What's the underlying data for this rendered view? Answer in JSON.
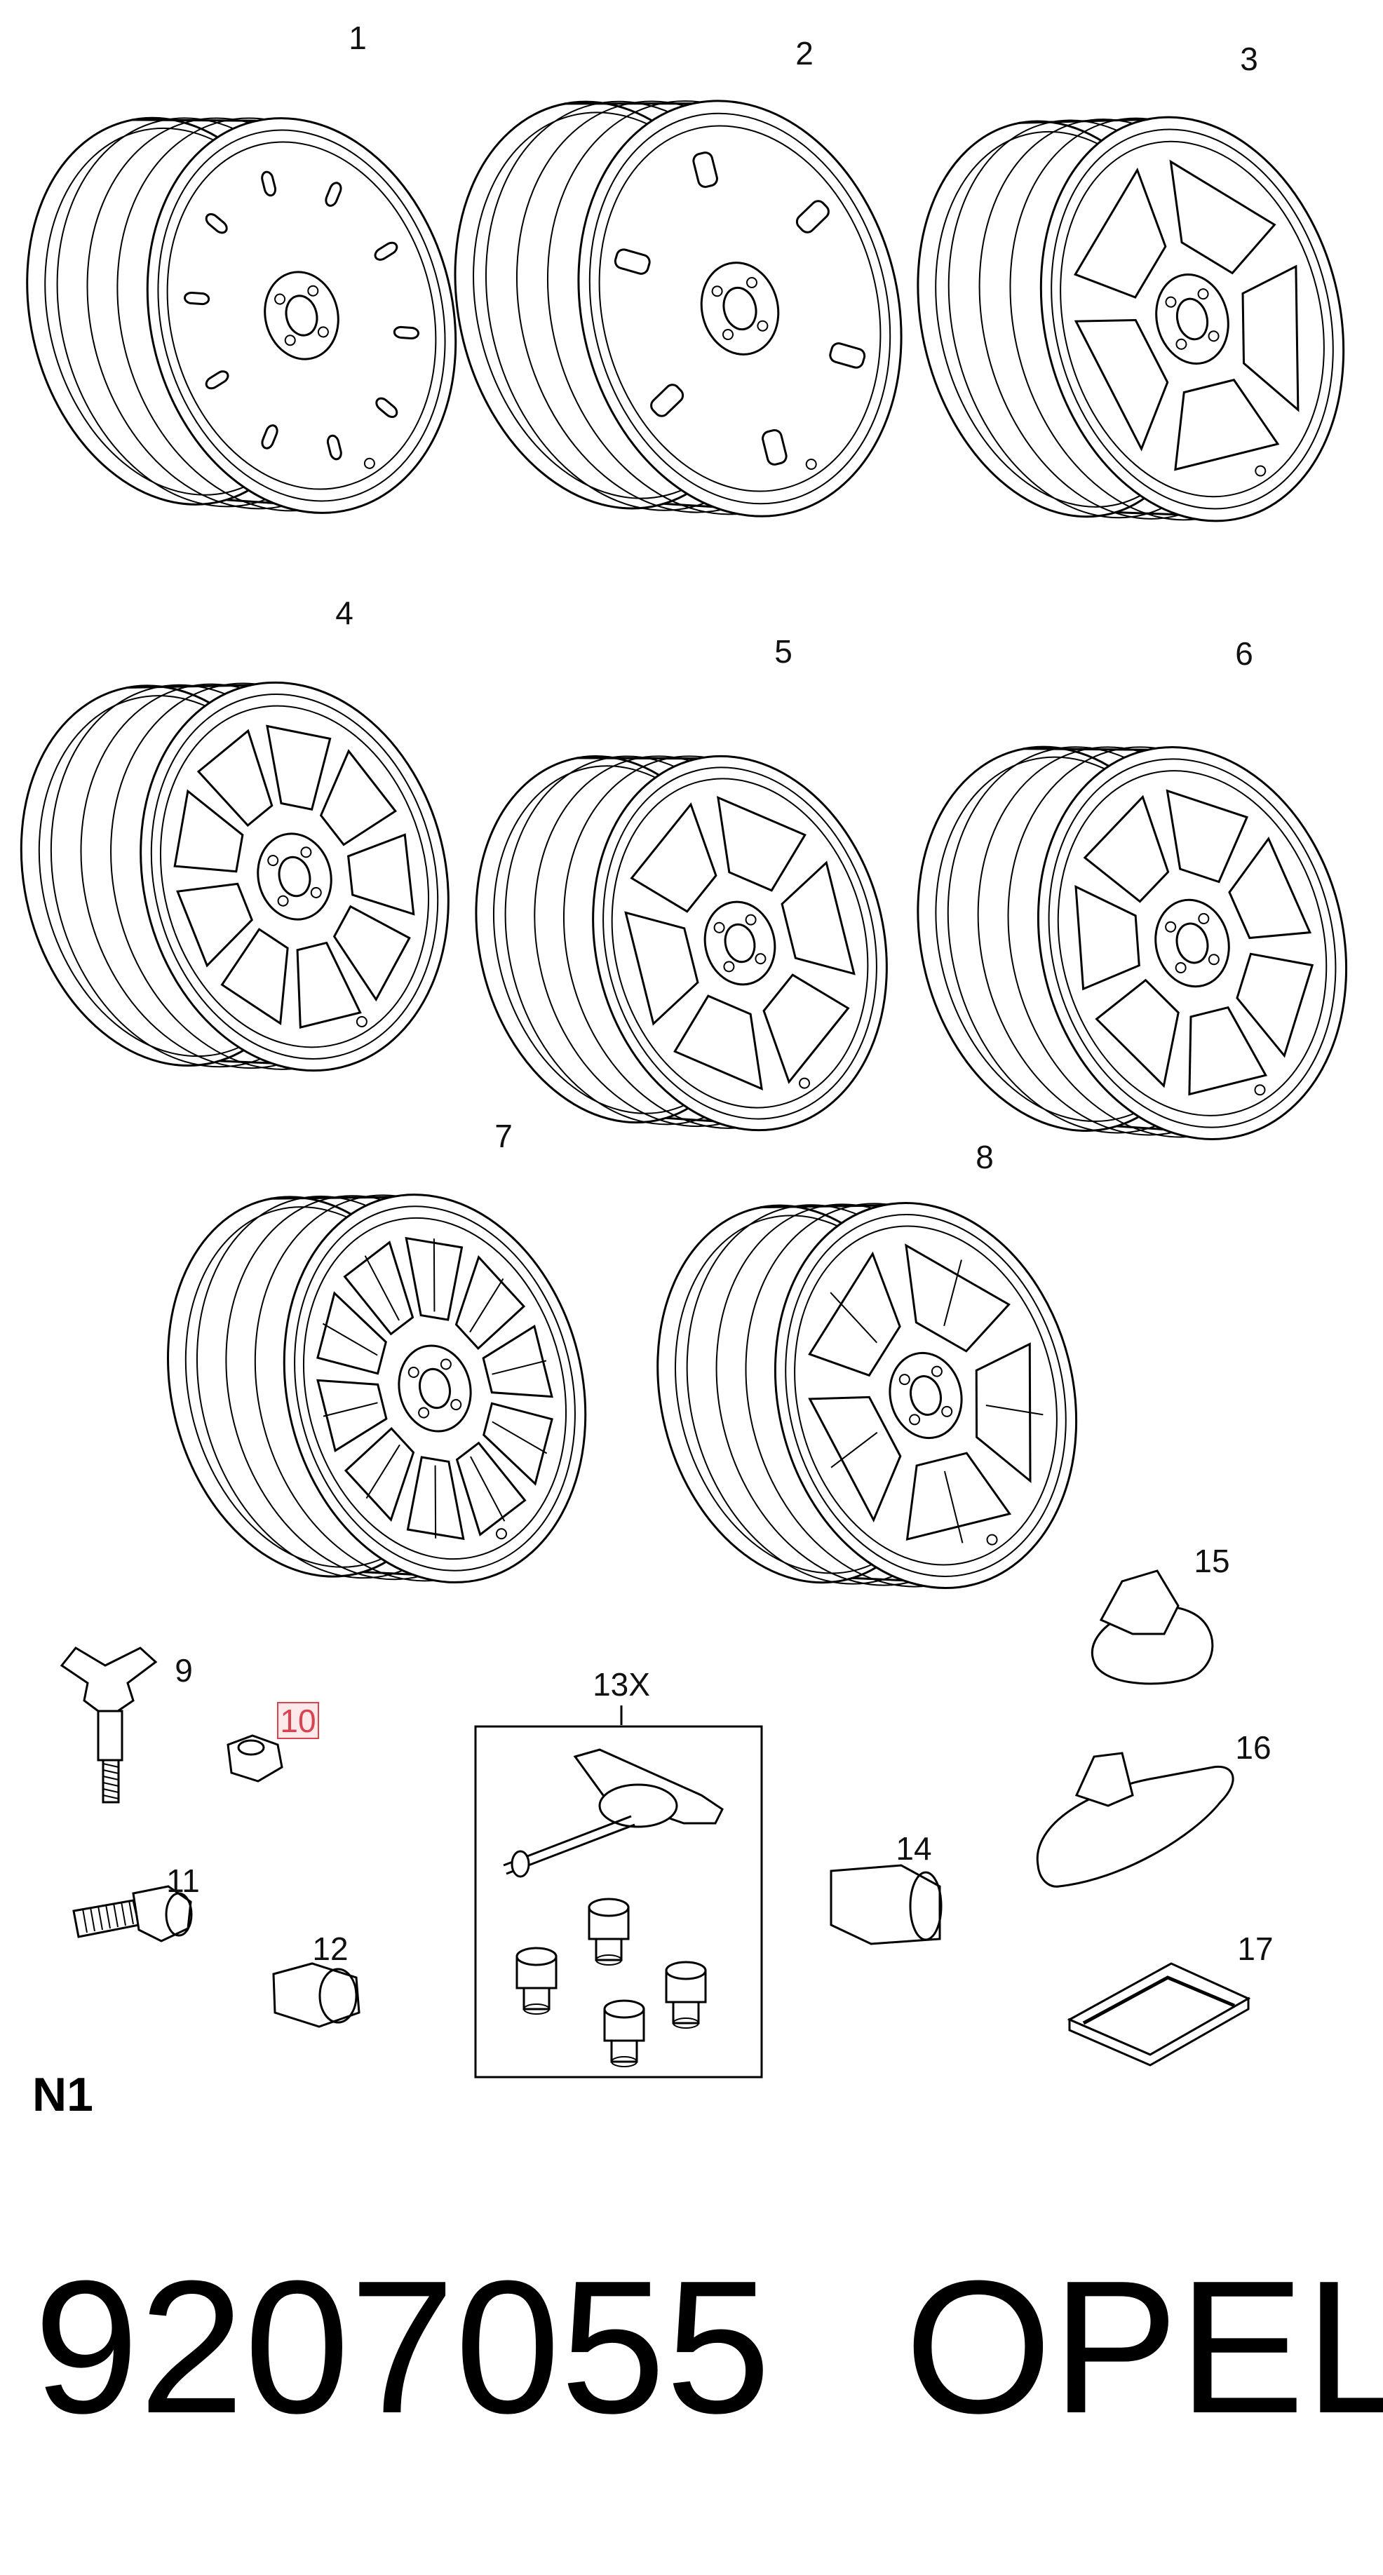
{
  "diagram": {
    "wheels": [
      {
        "label": "1",
        "style": "steel"
      },
      {
        "label": "2",
        "style": "steel-vented"
      },
      {
        "label": "3",
        "style": "5-spoke"
      },
      {
        "label": "4",
        "style": "alloy-multi"
      },
      {
        "label": "5",
        "style": "6-spoke"
      },
      {
        "label": "6",
        "style": "7-spoke"
      },
      {
        "label": "7",
        "style": "10-spoke"
      },
      {
        "label": "8",
        "style": "twin-5-spoke"
      }
    ],
    "parts": [
      {
        "label": "9",
        "name": "wing-bolt"
      },
      {
        "label": "10",
        "name": "nut",
        "highlighted": true
      },
      {
        "label": "11",
        "name": "wheel-bolt"
      },
      {
        "label": "12",
        "name": "bolt-cap"
      },
      {
        "label": "13X",
        "name": "locking-bolt-kit"
      },
      {
        "label": "14",
        "name": "cap"
      },
      {
        "label": "15",
        "name": "clip-weight"
      },
      {
        "label": "16",
        "name": "balance-weight"
      },
      {
        "label": "17",
        "name": "adhesive-weight-strip"
      }
    ],
    "group_label": "N1",
    "part_number": "9207055",
    "brand": "OPEL",
    "highlight_color": "#d9434e"
  }
}
